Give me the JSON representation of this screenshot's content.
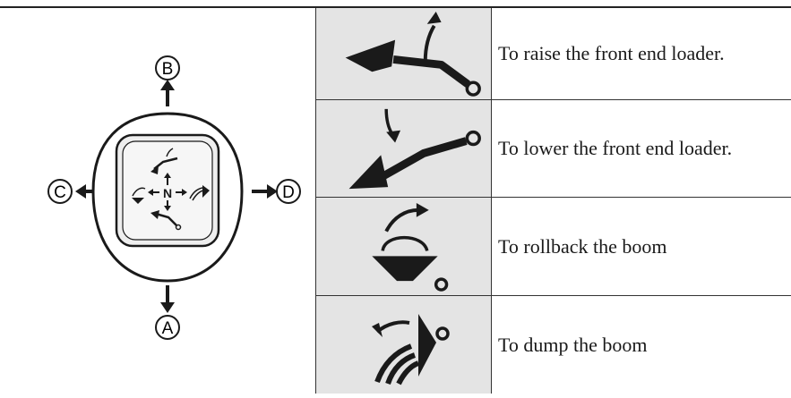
{
  "joystick": {
    "labels": {
      "a": "A",
      "b": "B",
      "c": "C",
      "d": "D"
    },
    "center_label": "N"
  },
  "functions": [
    {
      "icon": "boom-raise-icon",
      "description": "To raise the front end loader."
    },
    {
      "icon": "boom-lower-icon",
      "description": "To lower the front end loader."
    },
    {
      "icon": "bucket-rollback-icon",
      "description": "To rollback the boom"
    },
    {
      "icon": "bucket-dump-icon",
      "description": "To dump the boom"
    }
  ],
  "colors": {
    "icon_cell_bg": "#e4e4e4",
    "ink": "#1a1a1a",
    "rule": "#222222"
  }
}
